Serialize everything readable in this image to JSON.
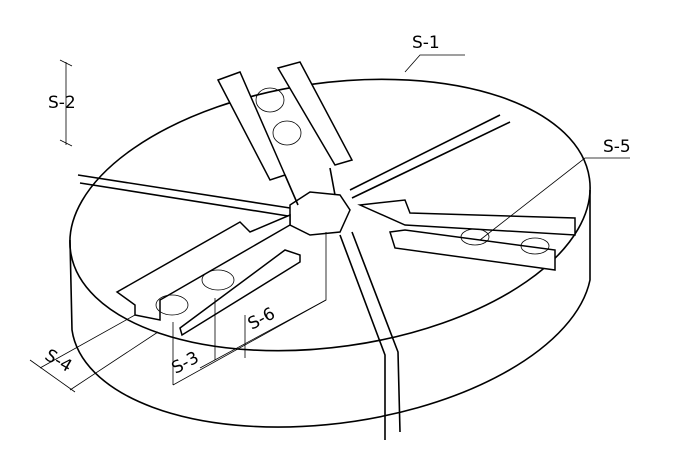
{
  "title": "Chuck jaw assembly drawing",
  "labels": {
    "s1": "S-1",
    "s2": "S-2",
    "s3": "S-3",
    "s4": "S-4",
    "s5": "S-5",
    "s6": "S-6"
  }
}
